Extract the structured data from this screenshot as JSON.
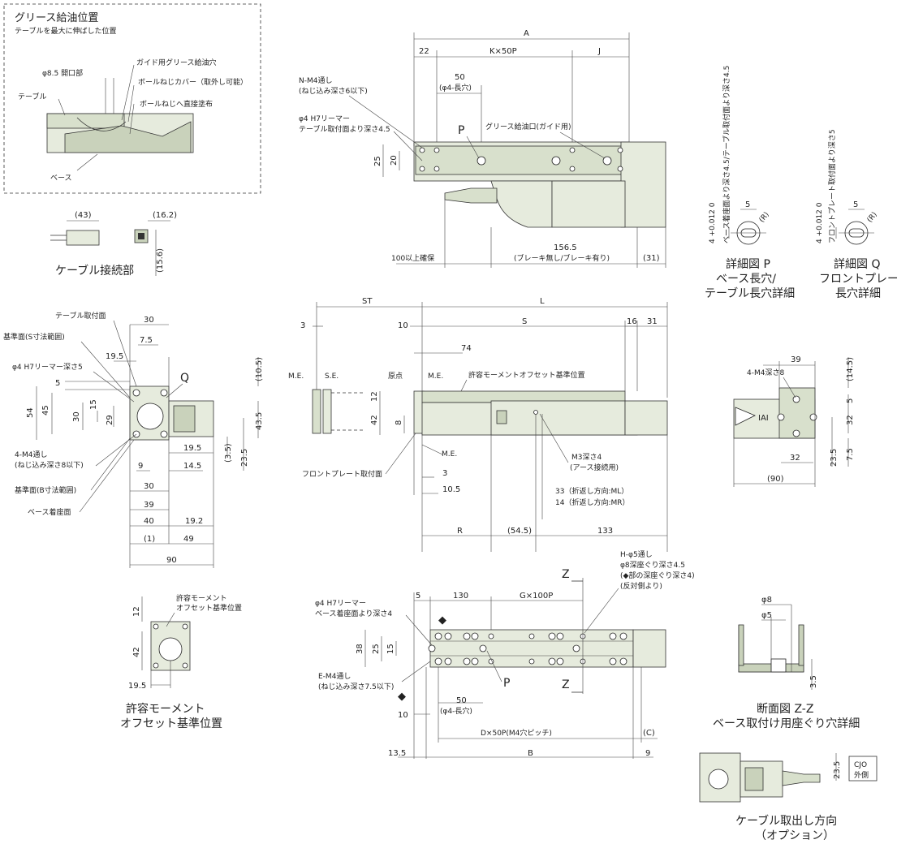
{
  "grease_view": {
    "title": "グリース給油位置",
    "subtitle": "テーブルを最大に伸ばした位置",
    "opening": "φ8.5 開口部",
    "guide_hole": "ガイド用グリース給油穴",
    "cover": "ボールねじカバー（取外し可能）",
    "direct": "ボールねじへ直接塗布",
    "table": "テーブル",
    "base": "ベース"
  },
  "cable_conn": {
    "title": "ケーブル接続部",
    "d43": "(43)",
    "d16_2": "(16.2)",
    "d15_6": "(15.6)"
  },
  "top_view": {
    "A": "A",
    "d22": "22",
    "kx50p": "K×50P",
    "J": "J",
    "d50": "50",
    "slot": "(φ4-長穴)",
    "nm4": "N-M4通し",
    "nm4_sub": "(ねじ込み深さ6以下)",
    "phi4": "φ4 H7リーマー",
    "phi4_sub": "テーブル取付面より深さ4.5",
    "P": "P",
    "grease_port": "グリース給油口(ガイド用)",
    "d25": "25",
    "d20": "20",
    "d100": "100以上確保",
    "d156_5": "156.5",
    "brake": "(ブレーキ無し/ブレーキ有り)",
    "d31": "(31)"
  },
  "detail_p": {
    "title1": "詳細図 P",
    "title2": "ベース長穴/",
    "title3": "テーブル長穴詳細",
    "tol": "4 +0.012 0",
    "note": "ベース着座面より深さ4.5/テーブル取付面より深さ4.5",
    "d5": "5",
    "R": "(R)"
  },
  "detail_q": {
    "title1": "詳細図 Q",
    "title2": "フロントプレート",
    "title3": "長穴詳細",
    "tol": "4 +0.012 0",
    "note": "フロントプレート取付面より深さ5",
    "d5": "5",
    "R": "(R)"
  },
  "front_view": {
    "table_face": "テーブル取付面",
    "s_ref": "基準面(S寸法範囲)",
    "phi4": "φ4 H7リーマー深さ5",
    "m4": "4-M4通し",
    "m4_sub": "(ねじ込み深さ8以下)",
    "b_ref": "基準面(B寸法範囲)",
    "base_seat": "ベース着座面",
    "Q": "Q",
    "d30": "30",
    "d7_5": "7.5",
    "d19_5": "19.5",
    "d5": "5",
    "d54": "54",
    "d45": "45",
    "d30b": "30",
    "d15": "15",
    "d29": "29",
    "d10_5": "(10.5)",
    "d43_5": "43.5",
    "d3_5": "(3.5)",
    "d23_5": "23.5",
    "d19_5b": "19.5",
    "d9": "9",
    "d14_5": "14.5",
    "d30c": "30",
    "d39": "39",
    "d40": "40",
    "d19_2": "19.2",
    "d1": "(1)",
    "d49": "49",
    "d90": "90"
  },
  "side_view": {
    "ST": "ST",
    "L": "L",
    "d3": "3",
    "d10": "10",
    "S": "S",
    "d16": "16",
    "d31": "31",
    "d74": "74",
    "ME": "M.E.",
    "SE": "S.E.",
    "origin": "原点",
    "ME2": "M.E.",
    "offset": "許容モーメントオフセット基準位置",
    "d12": "12",
    "d42": "42",
    "d8": "8",
    "ME3": "M.E.",
    "m3": "M3深さ4",
    "earth": "(アース接続用)",
    "front_plate": "フロントプレート取付面",
    "d3b": "3",
    "d10_5": "10.5",
    "d33": "33（折返し方向:ML）",
    "d14": "14（折返し方向:MR）",
    "R": "R",
    "d54_5": "(54.5)",
    "d133": "133"
  },
  "rear_view": {
    "m4": "4-M4深さ8",
    "d39": "39",
    "d14_5": "(14.5)",
    "d5": "5",
    "d32": "32",
    "d32b": "32",
    "d23_5": "23.5",
    "d7_5": "7.5",
    "d90": "(90)"
  },
  "offset_view": {
    "label1": "許容モーメント",
    "label2": "オフセット基準位置",
    "d12": "12",
    "d42": "42",
    "d19_5": "19.5",
    "title1": "許容モーメント",
    "title2": "オフセット基準位置"
  },
  "bottom_view": {
    "phi4": "φ4 H7リーマー",
    "phi4_sub": "ベース着座面より深さ4",
    "d5": "5",
    "d130": "130",
    "gx100p": "G×100P",
    "Z": "Z",
    "h_phi5": "H-φ5通し",
    "cb": "φ8深座ぐり深さ4.5",
    "cb2": "(◆部の深座ぐり深さ4)",
    "cb3": "(反対側より)",
    "d38": "38",
    "d25": "25",
    "d15": "15",
    "em4": "E-M4通し",
    "em4_sub": "(ねじ込み深さ7.5以下)",
    "P": "P",
    "Z2": "Z",
    "d50": "50",
    "slot": "(φ4-長穴)",
    "d10": "10",
    "dx50p": "D×50P(M4穴ピッチ)",
    "C": "(C)",
    "d13_5": "13.5",
    "B": "B",
    "d9": "9",
    "diamond": "◆"
  },
  "section_zz": {
    "phi8": "φ8",
    "phi5": "φ5",
    "d3_5": "3.5",
    "title1": "断面図 Z-Z",
    "title2": "ベース取付け用座ぐり穴詳細"
  },
  "cable_exit": {
    "d23_5": "23.5",
    "cjo1": "CJO",
    "cjo2": "外側",
    "title1": "ケーブル取出し方向",
    "title2": "（オプション）"
  }
}
